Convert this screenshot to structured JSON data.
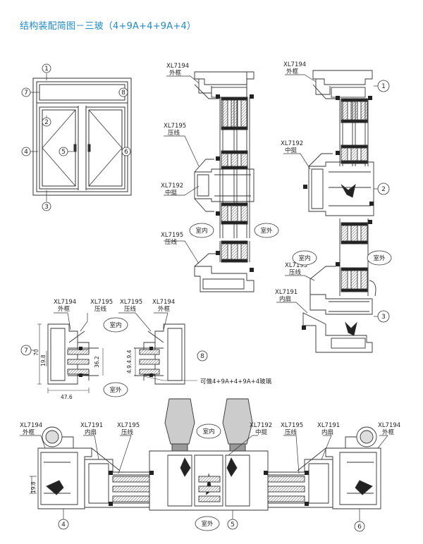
{
  "title": "结构装配简图－三玻（4+9A+4+9A+4）",
  "markers": {
    "n1": "1",
    "n2": "2",
    "n3": "3",
    "n4": "4",
    "n5": "5",
    "n6": "6",
    "n7": "7",
    "n8": "8"
  },
  "labels": {
    "xl7194": "XL7194",
    "xl7195": "XL7195",
    "xl7192": "XL7192",
    "xl7191": "XL7191",
    "waikuang": "外框",
    "yaxian": "压线",
    "zhongting": "中挺",
    "neishan": "内扇",
    "shinei": "室内",
    "shiwai": "室外",
    "glass_note": "可做4+9A+4+9A+4玻璃"
  },
  "dims": {
    "d70": "70",
    "d19_8": "19.8",
    "d36_2": "36.2",
    "d4949": "4.9.4.9.4",
    "d47_6": "47.6"
  },
  "colors": {
    "title": "#1f8ac8",
    "line": "#333333",
    "seal": "#333333"
  }
}
